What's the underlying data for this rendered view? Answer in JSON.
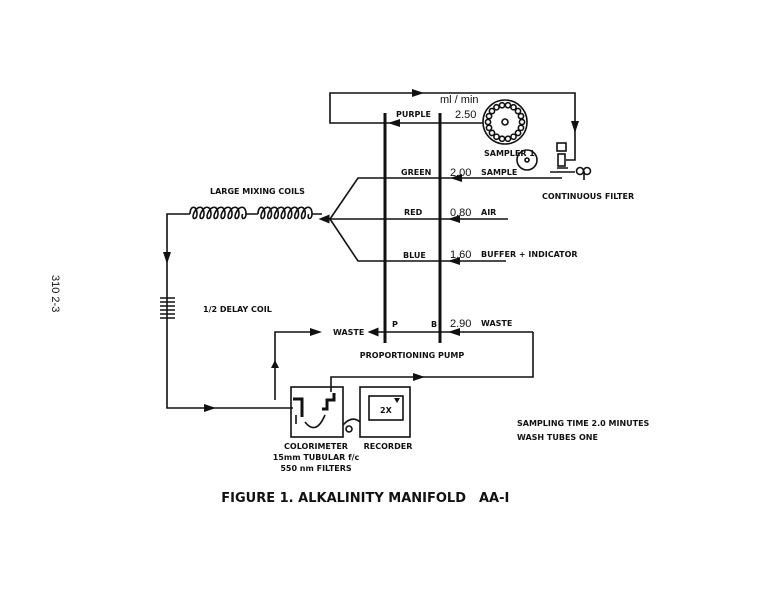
{
  "side_label": "310 2-3",
  "units": "ml / min",
  "pump_lines": [
    {
      "color": "PURPLE",
      "rate": "2.50",
      "desc": ""
    },
    {
      "color": "GREEN",
      "rate": "2.00",
      "desc": "SAMPLE"
    },
    {
      "color": "RED",
      "rate": "0.80",
      "desc": "AIR"
    },
    {
      "color": "BLUE",
      "rate": "1.60",
      "desc": "BUFFER + INDICATOR"
    }
  ],
  "waste_line": {
    "p": "P",
    "b": "B",
    "rate": "2.90",
    "desc": "WASTE"
  },
  "labels": {
    "sampler": "SAMPLER 1",
    "filter": "CONTINUOUS FILTER",
    "mixing_coils": "LARGE MIXING COILS",
    "delay_coil": "1/2 DELAY COIL",
    "waste": "WASTE",
    "pump": "PROPORTIONING PUMP",
    "colorimeter": "COLORIMETER",
    "colorimeter_l2": "15mm TUBULAR f/c",
    "colorimeter_l3": "550 nm FILTERS",
    "recorder": "RECORDER",
    "recorder_scale": "2X",
    "sampling_time": "SAMPLING TIME  2.0 MINUTES",
    "wash_tubes": "WASH TUBES  ONE"
  },
  "title": "FIGURE 1. ALKALINITY MANIFOLD",
  "title_code": "AA-I"
}
